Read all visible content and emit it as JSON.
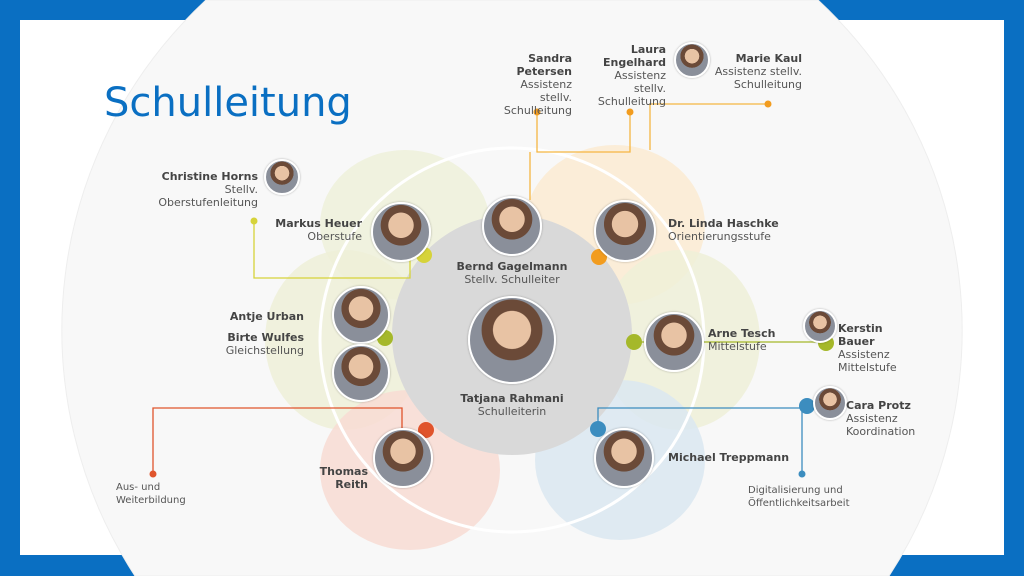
{
  "title": "Schulleitung",
  "colors": {
    "frame": "#0a6fc2",
    "green": "#a5b82a",
    "orange": "#f29c1f",
    "red": "#e0542c",
    "blue": "#3c8dbf"
  },
  "people": {
    "rahmani": {
      "name": "Tatjana Rahmani",
      "role": "Schulleiterin"
    },
    "gagelmann": {
      "name": "Bernd Gagelmann",
      "role": "Stellv. Schulleiter"
    },
    "heuer": {
      "name": "Markus Heuer",
      "role": "Oberstufe"
    },
    "haschke": {
      "name": "Dr. Linda Haschke",
      "role": "Orientierungsstufe"
    },
    "urban": {
      "name": "Antje Urban"
    },
    "wulfes": {
      "name": "Birte Wulfes",
      "role": "Gleichstellung"
    },
    "tesch": {
      "name": "Arne Tesch",
      "role": "Mittelstufe"
    },
    "reith": {
      "name": "Thomas Reith"
    },
    "treppmann": {
      "name": "Michael Treppmann"
    },
    "horns": {
      "name": "Christine Horns",
      "role": "Stellv. Oberstufenleitung"
    },
    "petersen": {
      "name": "Sandra Petersen",
      "role": "Assistenz stellv. Schulleitung"
    },
    "engelhard": {
      "name": "Laura Engelhard",
      "role": "Assistenz stellv. Schulleitung"
    },
    "kaul": {
      "name": "Marie Kaul",
      "role": "Assistenz stellv. Schulleitung"
    },
    "bauer": {
      "name": "Kerstin Bauer",
      "role": "Assistenz Mittelstufe"
    },
    "protz": {
      "name": "Cara Protz",
      "role": "Assistenz Koordination"
    }
  },
  "labels": {
    "weiterbildung": "Aus- und Weiterbildung",
    "digital": "Digitalisierung und Öffentlichkeitsarbeit"
  }
}
